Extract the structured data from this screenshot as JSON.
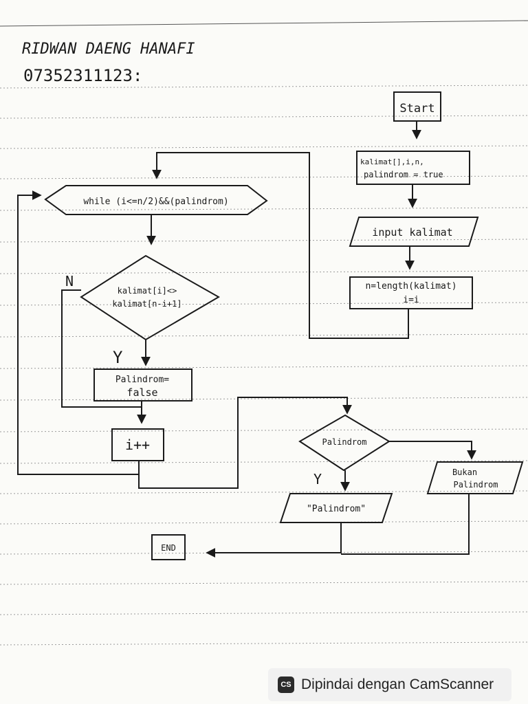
{
  "header": {
    "author_name": "RIDWAN DAENG HANAFI",
    "student_id": "07352311123:"
  },
  "flowchart": {
    "start": "Start",
    "init_line1": "kalimat[],i,n,",
    "init_line2": "palindrom = true",
    "input": "input kalimat",
    "compute_line1": "n=length(kalimat)",
    "compute_line2": "i=i",
    "loop": "while (i<=n/2)&&(palindrom)",
    "check_line1": "kalimat[i]<>",
    "check_line2": "kalimat[n-i+1]",
    "no_label": "N",
    "yes_label": "Y",
    "set_false_line1": "Palindrom=",
    "set_false_line2": "false",
    "increment": "i++",
    "decision": "Palindrom",
    "decision_yes": "Y",
    "output_yes": "\"Palindrom\"",
    "output_no_line1": "Bukan",
    "output_no_line2": "Palindrom",
    "end": "END"
  },
  "watermark": {
    "logo": "CS",
    "text": "Dipindai dengan CamScanner"
  },
  "colors": {
    "ink": "#1a1a1a",
    "rule": "#9a9a9a",
    "paper": "#fbfbf8"
  }
}
